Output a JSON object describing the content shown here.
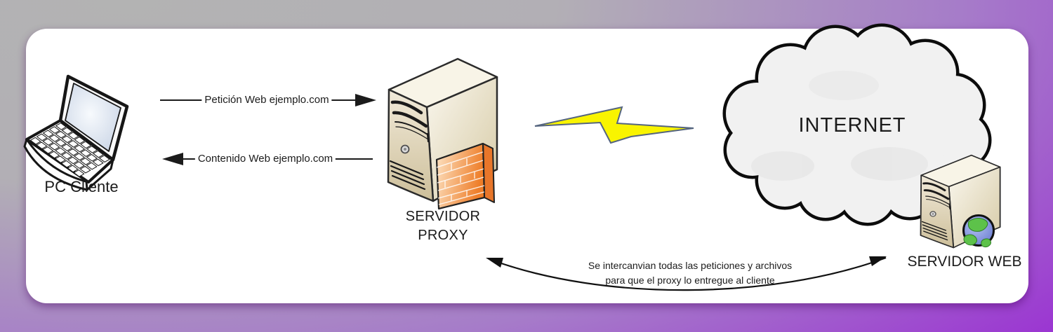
{
  "diagram_title": "Proxy network diagram",
  "nodes": {
    "client": {
      "label": "PC Cliente"
    },
    "proxy": {
      "label_line1": "SERVIDOR",
      "label_line2": "PROXY"
    },
    "internet": {
      "label": "INTERNET"
    },
    "web": {
      "label": "SERVIDOR WEB"
    }
  },
  "arrows": {
    "request": {
      "label": "Petición Web ejemplo.com",
      "from": "client",
      "to": "proxy"
    },
    "response": {
      "label": "Contenido Web ejemplo.com",
      "from": "proxy",
      "to": "client"
    },
    "exchange": {
      "label_line1": "Se intercanvian todas las peticiones y archivos",
      "label_line2": "para que el proxy lo entregue al cliente",
      "from": "proxy",
      "to": "web",
      "bidirectional": true
    }
  },
  "icons": {
    "client": "laptop-icon",
    "proxy": "server-tower-with-firewall-icon",
    "internet": "cloud-icon",
    "web": "server-tower-with-globe-icon",
    "link": "lightning-bolt-icon"
  },
  "colors": {
    "background_gray": "#b3b3b3",
    "background_purple": "#992ad3",
    "panel_white": "#ffffff",
    "tower_beige": "#d9cca6",
    "firewall_orange": "#ee8030",
    "bolt_yellow": "#f9f400",
    "cloud_gray": "#f1f1f1",
    "globe_green": "#5dc24a",
    "globe_blue": "#7d8fd9",
    "line_black": "#1b1b1b"
  }
}
